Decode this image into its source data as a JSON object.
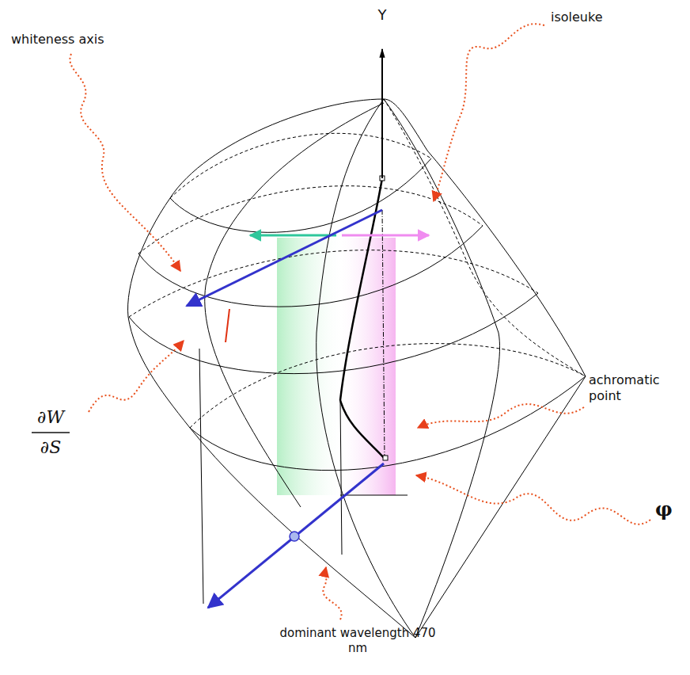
{
  "diagram": {
    "labels": [
      "Y",
      "isoleuke",
      "whiteness axis",
      "∂W",
      "∂S",
      "achromatic point",
      "φ",
      "dominant wavelength 470 nm"
    ]
  }
}
